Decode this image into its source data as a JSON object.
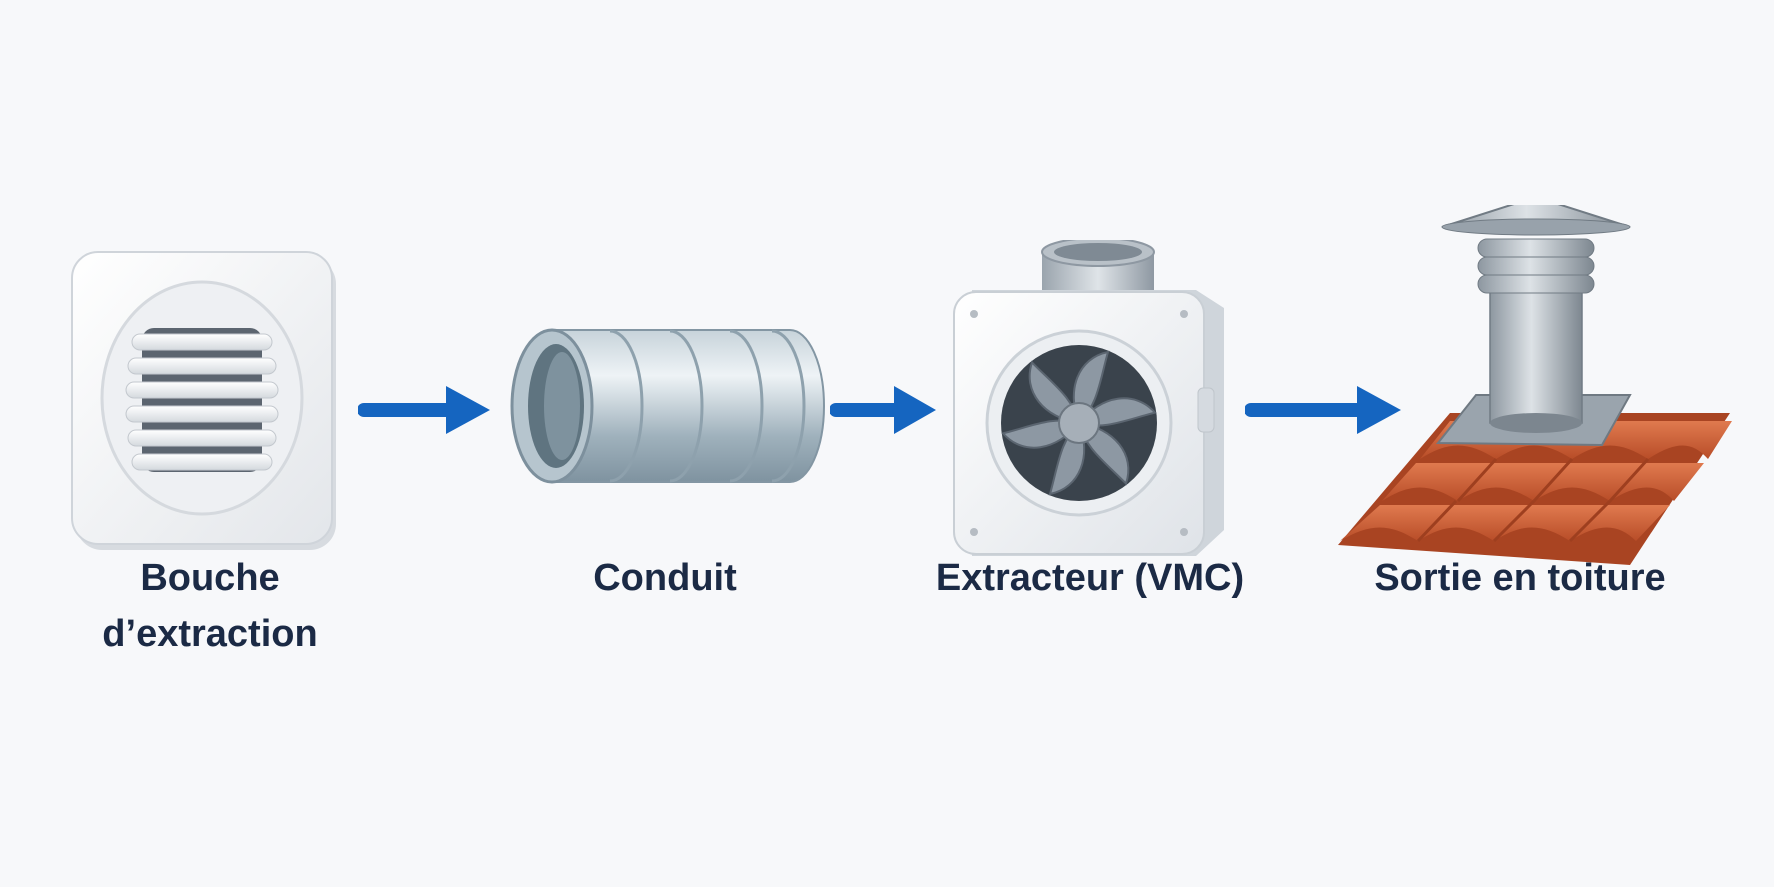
{
  "steps": [
    {
      "id": "bouche",
      "label": "Bouche\nd’extraction",
      "icon": "extraction-grille-icon"
    },
    {
      "id": "conduit",
      "label": "Conduit",
      "icon": "duct-pipe-icon"
    },
    {
      "id": "extracteur",
      "label": "Extracteur (VMC)",
      "icon": "extractor-fan-icon"
    },
    {
      "id": "sortie",
      "label": "Sortie en toiture",
      "icon": "roof-outlet-icon"
    }
  ],
  "colors": {
    "arrow": "#1565c0",
    "label": "#1b2a45",
    "tile": "#d0623a",
    "metal": "#a9b3bd"
  }
}
